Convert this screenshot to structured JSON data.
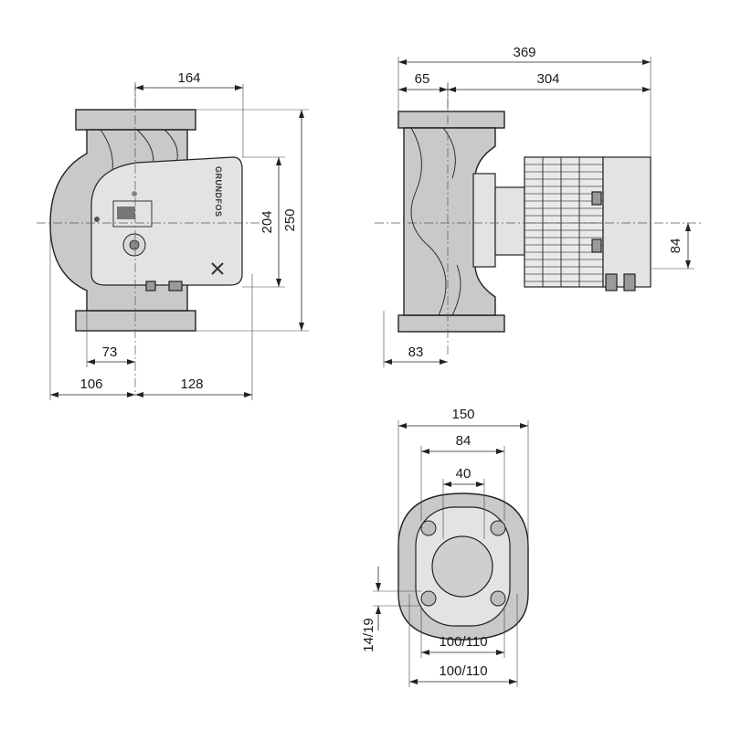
{
  "front_view": {
    "dim_top_width": "164",
    "dim_height_outer": "250",
    "dim_height_inner": "204",
    "dim_left_offset": "73",
    "dim_left_total": "106",
    "dim_right_total": "128",
    "brand_text": "GRUNDFOS"
  },
  "side_view": {
    "dim_total_length": "369",
    "dim_flange_part": "65",
    "dim_motor_part": "304",
    "dim_motor_offset": "84",
    "dim_bottom_offset": "83"
  },
  "flange_view": {
    "dim_outer_diameter": "150",
    "dim_bolt_spacing": "84",
    "dim_bore": "40",
    "dim_hole_size": "14/19",
    "dim_pcd_1": "100/110",
    "dim_pcd_2": "100/110"
  }
}
